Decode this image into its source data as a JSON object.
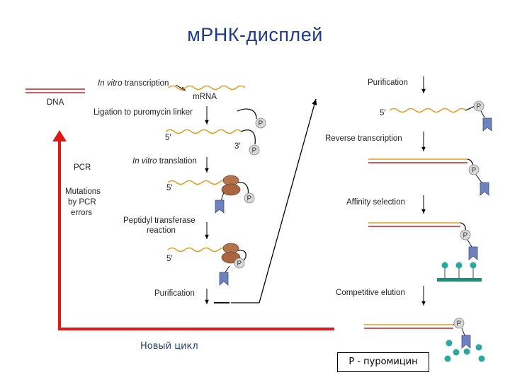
{
  "title": "мРНК-дисплей",
  "left": {
    "dna": "DNA",
    "in_vitro_transcription_italic": "In vitro",
    "in_vitro_transcription_rest": " transcription",
    "mrna": "mRNA",
    "ligation": "Ligation to puromycin linker",
    "five_prime": "5′",
    "three_prime": "3′",
    "in_vitro_translation_italic": "In vitro",
    "in_vitro_translation_rest": " translation",
    "pcr": "PCR",
    "mutations_1": "Mutations",
    "mutations_2": "by PCR",
    "mutations_3": "errors",
    "peptidyl_1": "Peptidyl transferase",
    "peptidyl_2": "reaction",
    "purification": "Purification"
  },
  "right": {
    "purification": "Purification",
    "five_prime": "5′",
    "reverse_transcription": "Reverse transcription",
    "affinity_selection": "Affinity selection",
    "competitive_elution": "Competitive elution"
  },
  "p_label": "P",
  "new_cycle": "Новый цикл",
  "legend": "P - пуромицин",
  "colors": {
    "title": "#1f3c8c",
    "mrna": "#e0a020",
    "dna_strand": "#c0202a",
    "cycle_arrow": "#e01818",
    "ribosome": "#b0704a",
    "peptide": "#6a7fb8",
    "target": "#2aa7a0"
  }
}
